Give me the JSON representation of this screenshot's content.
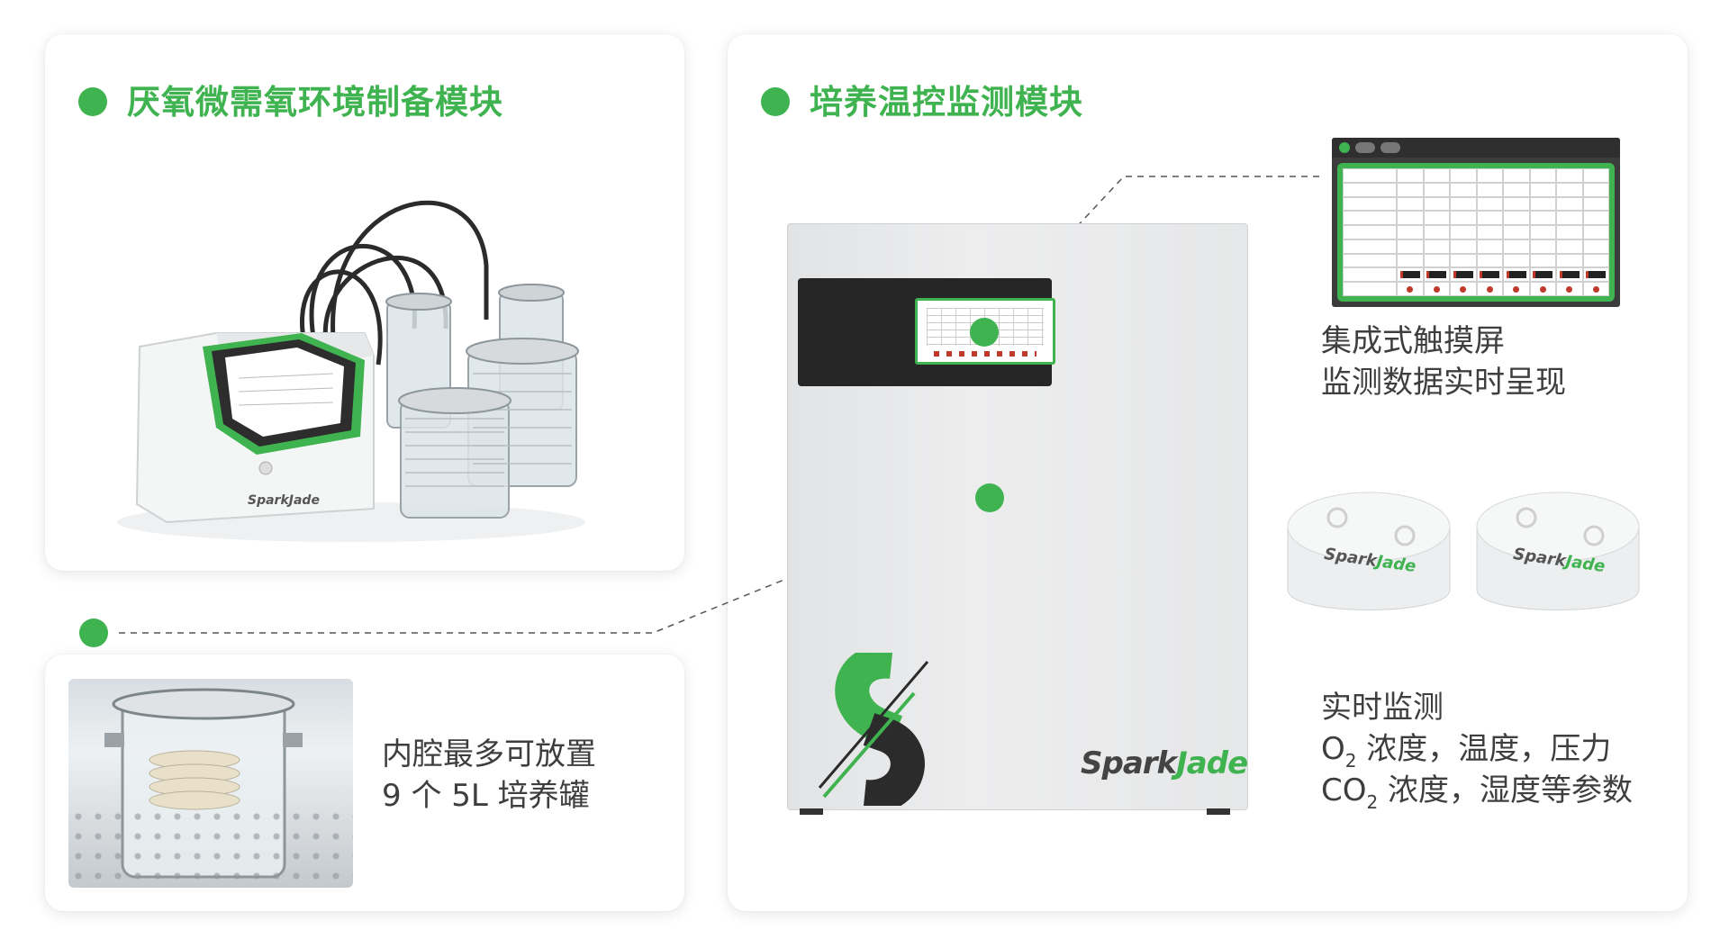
{
  "colors": {
    "accent": "#3fb34f",
    "text": "#3e3e3e",
    "card_bg": "#ffffff"
  },
  "anaerobic_module": {
    "title": "厌氧微需氧环境制备模块"
  },
  "chamber_note": {
    "lines": [
      "内腔最多可放置",
      "9 个 5L 培养罐"
    ]
  },
  "incubation_module": {
    "title": "培养温控监测模块"
  },
  "touchscreen": {
    "lines": [
      "集成式触摸屏",
      "监测数据实时呈现"
    ]
  },
  "monitoring": {
    "line1": "实时监测",
    "line2_o": "O",
    "line2_sub": "2",
    "line2_rest": " 浓度，温度，压力",
    "line3_co": "CO",
    "line3_sub": "2",
    "line3_rest": " 浓度，湿度等参数"
  },
  "brand": {
    "name_a": "Spark",
    "name_b": "Jade"
  },
  "icons": [
    "bullet-dot",
    "callout-dot",
    "device-photo",
    "incubator",
    "sensor"
  ]
}
